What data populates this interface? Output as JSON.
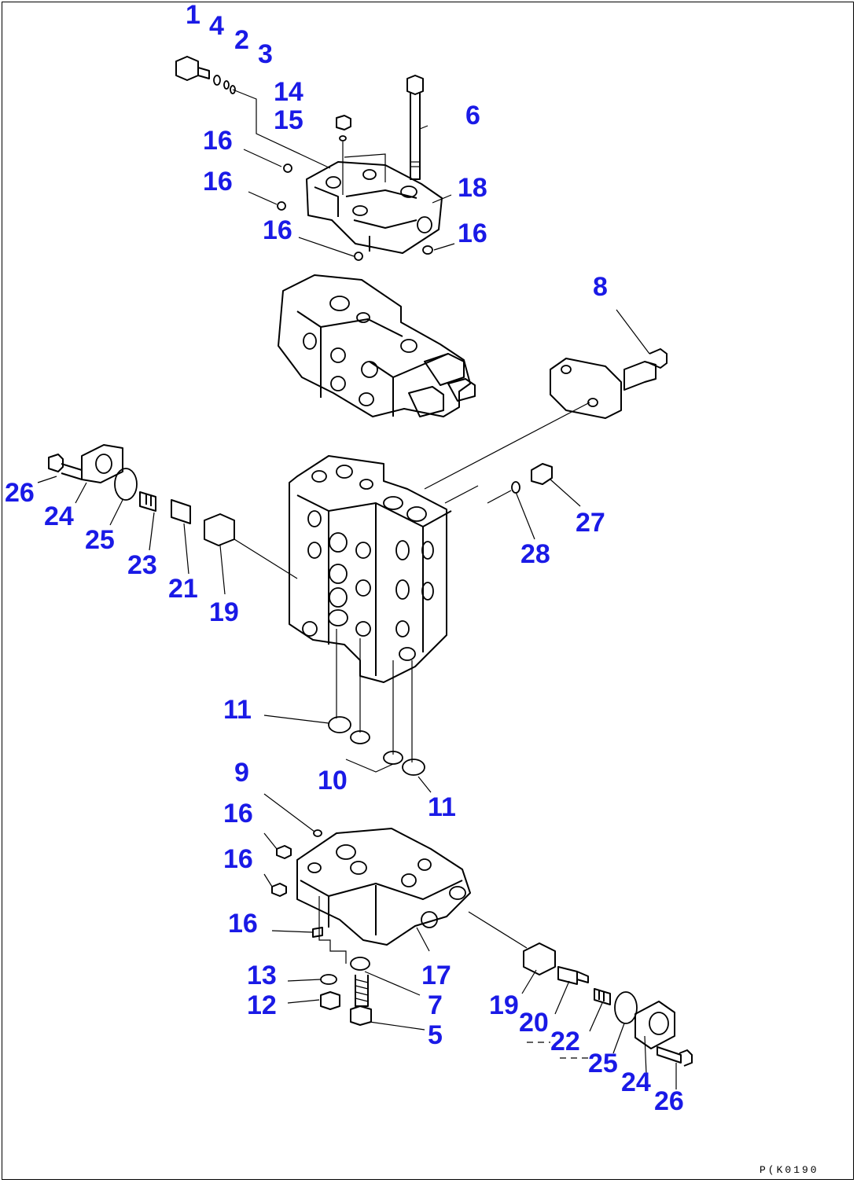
{
  "callouts": [
    {
      "id": "c1",
      "text": "1"
    },
    {
      "id": "c4",
      "text": "4"
    },
    {
      "id": "c2",
      "text": "2"
    },
    {
      "id": "c3",
      "text": "3"
    },
    {
      "id": "c14",
      "text": "14"
    },
    {
      "id": "c15",
      "text": "15"
    },
    {
      "id": "c6",
      "text": "6"
    },
    {
      "id": "c16a",
      "text": "16"
    },
    {
      "id": "c16b",
      "text": "16"
    },
    {
      "id": "c18",
      "text": "18"
    },
    {
      "id": "c16c",
      "text": "16"
    },
    {
      "id": "c16d",
      "text": "16"
    },
    {
      "id": "c8",
      "text": "8"
    },
    {
      "id": "c26a",
      "text": "26"
    },
    {
      "id": "c24a",
      "text": "24"
    },
    {
      "id": "c25a",
      "text": "25"
    },
    {
      "id": "c23",
      "text": "23"
    },
    {
      "id": "c21",
      "text": "21"
    },
    {
      "id": "c19a",
      "text": "19"
    },
    {
      "id": "c27",
      "text": "27"
    },
    {
      "id": "c28",
      "text": "28"
    },
    {
      "id": "c11a",
      "text": "11"
    },
    {
      "id": "c10",
      "text": "10"
    },
    {
      "id": "c11b",
      "text": "11"
    },
    {
      "id": "c9",
      "text": "9"
    },
    {
      "id": "c16e",
      "text": "16"
    },
    {
      "id": "c16f",
      "text": "16"
    },
    {
      "id": "c16g",
      "text": "16"
    },
    {
      "id": "c17",
      "text": "17"
    },
    {
      "id": "c13",
      "text": "13"
    },
    {
      "id": "c12",
      "text": "12"
    },
    {
      "id": "c7",
      "text": "7"
    },
    {
      "id": "c5",
      "text": "5"
    },
    {
      "id": "c19b",
      "text": "19"
    },
    {
      "id": "c20",
      "text": "20"
    },
    {
      "id": "c22",
      "text": "22"
    },
    {
      "id": "c25b",
      "text": "25"
    },
    {
      "id": "c24b",
      "text": "24"
    },
    {
      "id": "c26b",
      "text": "26"
    }
  ],
  "drawing_code": "P(K0190",
  "colors": {
    "callout": "#1a1ae6",
    "line": "#000000",
    "background": "#ffffff"
  }
}
